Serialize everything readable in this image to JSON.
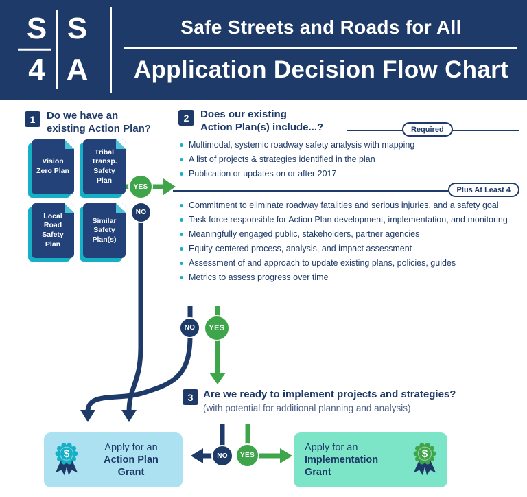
{
  "colors": {
    "navy": "#1e3a68",
    "teal": "#15b0c6",
    "green": "#3fa54a",
    "lightblue": "#abe1f1",
    "mint": "#7ce5c8"
  },
  "header": {
    "logo_letters": [
      "S",
      "S",
      "4",
      "A"
    ],
    "org_title": "Safe Streets and Roads for All",
    "page_title": "Application Decision Flow Chart"
  },
  "step1": {
    "number": "1",
    "question_line1": "Do we have an",
    "question_line2": "existing Action Plan?",
    "plans": [
      "Vision Zero Plan",
      "Tribal Transp. Safety Plan",
      "Local Road Safety Plan",
      "Similar Safety Plan(s)"
    ],
    "yes": "YES",
    "no": "NO"
  },
  "step2": {
    "number": "2",
    "question_line1": "Does our existing",
    "question_line2": "Action Plan(s) include...?",
    "required_label": "Required",
    "required_items": [
      "Multimodal, systemic roadway safety analysis with mapping",
      "A list of projects & strategies identified in the plan",
      "Publication or updates on or after 2017"
    ],
    "plus_label": "Plus At Least 4",
    "plus_items": [
      "Commitment to eliminate roadway fatalities and serious injuries, and a safety goal",
      "Task force responsible for Action Plan development, implementation, and monitoring",
      "Meaningfully engaged public, stakeholders, partner agencies",
      "Equity-centered process, analysis, and impact assessment",
      "Assessment of and approach to update existing plans, policies, guides",
      "Metrics to assess progress over time"
    ],
    "yes": "YES",
    "no": "NO"
  },
  "step3": {
    "number": "3",
    "question": "Are we ready to implement projects and strategies?",
    "subtext": "(with potential for additional planning and analysis)",
    "yes": "YES",
    "no": "NO"
  },
  "outcomes": {
    "medal_symbol": "$",
    "action_plan_grant": {
      "prefix": "Apply for an",
      "name_line1": "Action Plan",
      "name_line2": "Grant"
    },
    "implementation_grant": {
      "prefix": "Apply for an",
      "name_line1": "Implementation",
      "name_line2": "Grant"
    }
  }
}
